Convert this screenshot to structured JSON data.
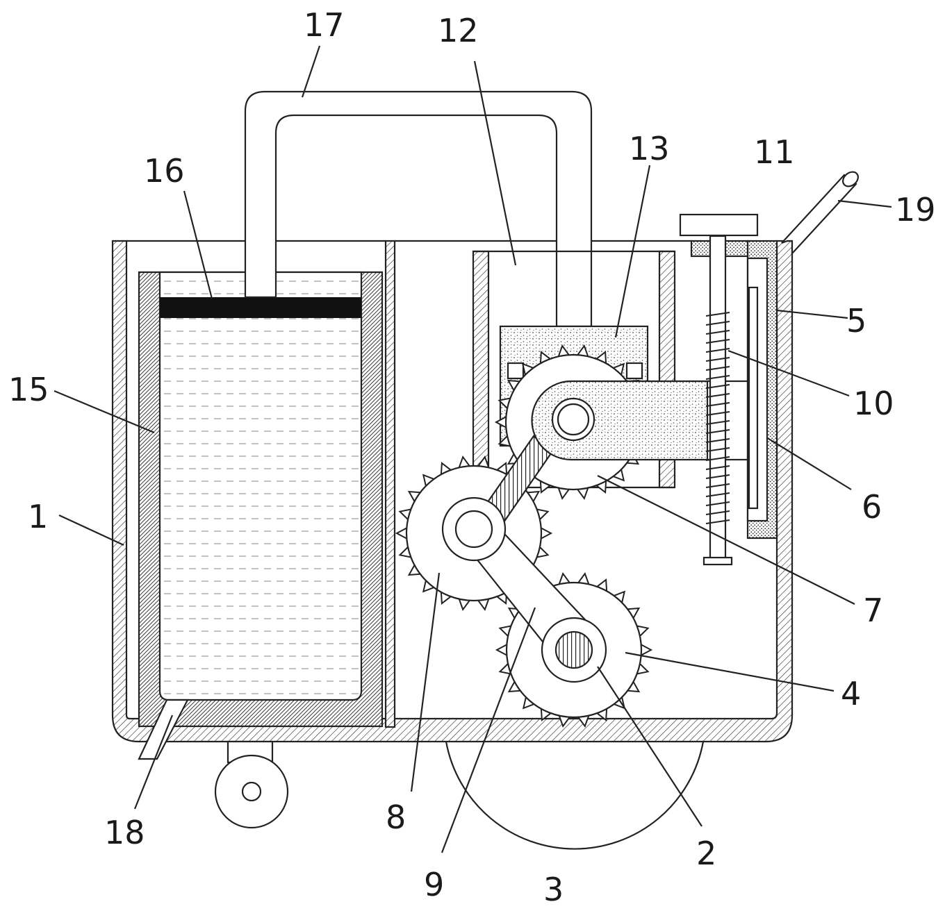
{
  "figure": {
    "labels": [
      {
        "id": "1",
        "text": "1"
      },
      {
        "id": "2",
        "text": "2"
      },
      {
        "id": "3",
        "text": "3"
      },
      {
        "id": "4",
        "text": "4"
      },
      {
        "id": "5",
        "text": "5"
      },
      {
        "id": "6",
        "text": "6"
      },
      {
        "id": "7",
        "text": "7"
      },
      {
        "id": "8",
        "text": "8"
      },
      {
        "id": "9",
        "text": "9"
      },
      {
        "id": "10",
        "text": "10"
      },
      {
        "id": "11",
        "text": "11"
      },
      {
        "id": "12",
        "text": "12"
      },
      {
        "id": "13",
        "text": "13"
      },
      {
        "id": "15",
        "text": "15"
      },
      {
        "id": "16",
        "text": "16"
      },
      {
        "id": "17",
        "text": "17"
      },
      {
        "id": "18",
        "text": "18"
      },
      {
        "id": "19",
        "text": "19"
      }
    ],
    "colors": {
      "line": "#222222",
      "background": "#ffffff",
      "solid_fill": "#111111"
    }
  }
}
